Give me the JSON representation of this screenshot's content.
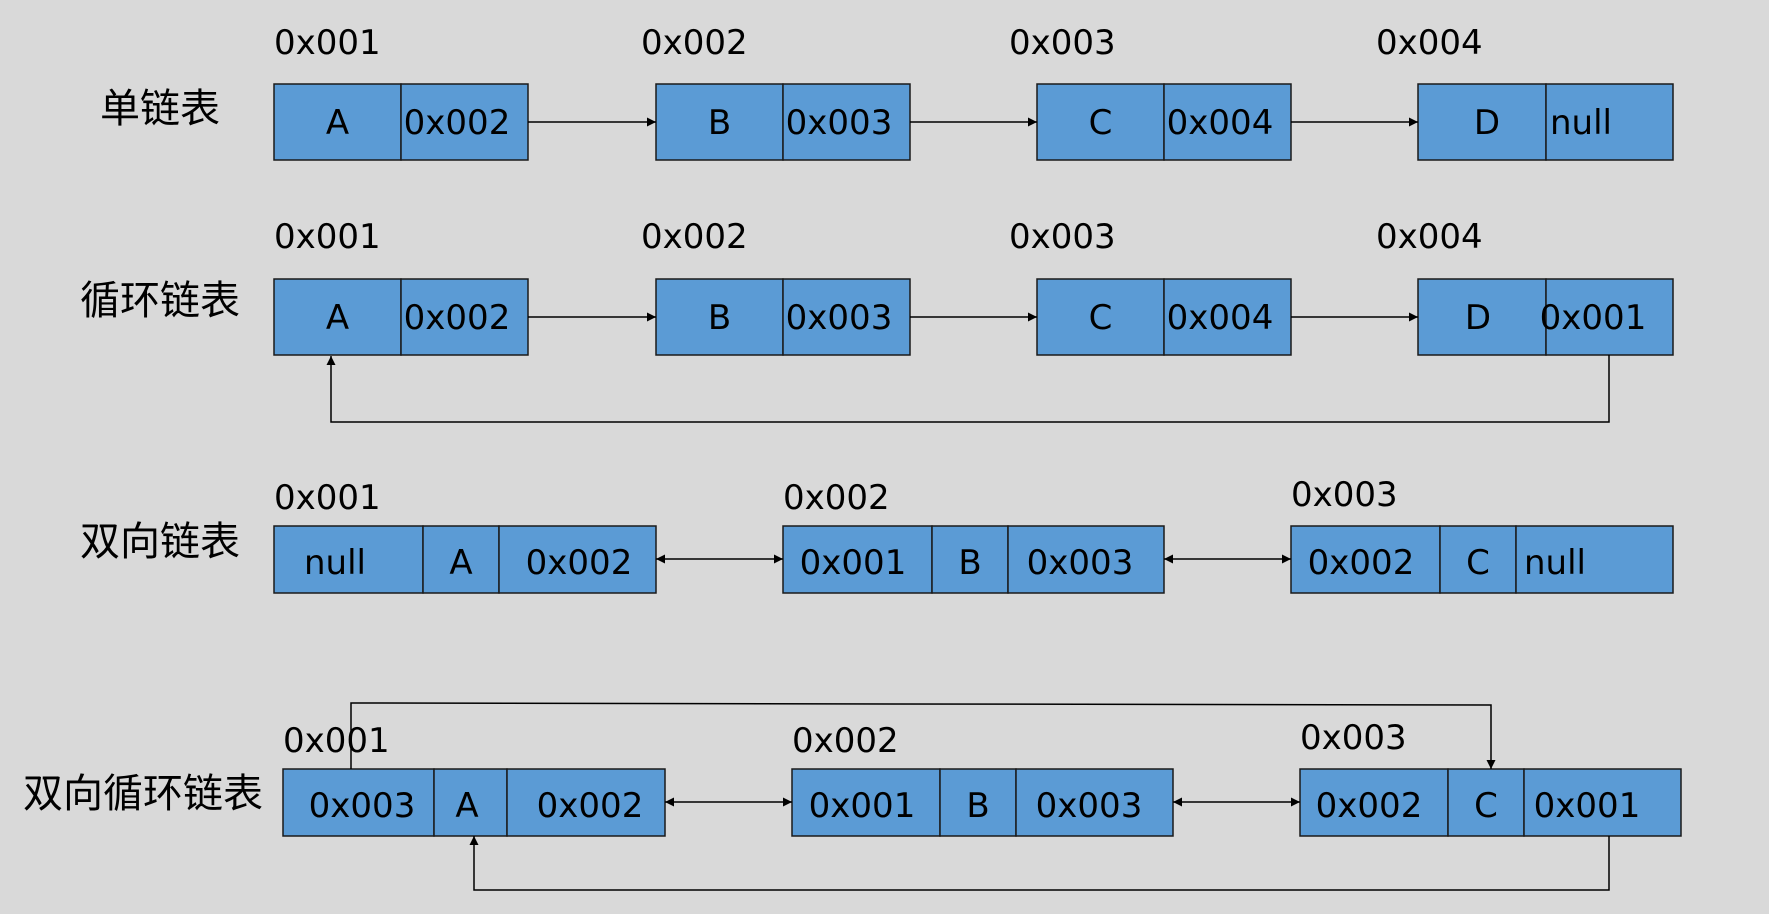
{
  "colors": {
    "background": "#d9d9d9",
    "node_fill": "#5b9bd5",
    "line": "#000000"
  },
  "rows": [
    {
      "label": "单链表",
      "nodes": [
        {
          "address": "0x001",
          "fields": [
            "A",
            "0x002"
          ]
        },
        {
          "address": "0x002",
          "fields": [
            "B",
            "0x003"
          ]
        },
        {
          "address": "0x003",
          "fields": [
            "C",
            "0x004"
          ]
        },
        {
          "address": "0x004",
          "fields": [
            "D",
            "null"
          ]
        }
      ]
    },
    {
      "label": "循环链表",
      "nodes": [
        {
          "address": "0x001",
          "fields": [
            "A",
            "0x002"
          ]
        },
        {
          "address": "0x002",
          "fields": [
            "B",
            "0x003"
          ]
        },
        {
          "address": "0x003",
          "fields": [
            "C",
            "0x004"
          ]
        },
        {
          "address": "0x004",
          "fields": [
            "D",
            "0x001"
          ]
        }
      ]
    },
    {
      "label": "双向链表",
      "nodes": [
        {
          "address": "0x001",
          "fields": [
            "null",
            "A",
            "0x002"
          ]
        },
        {
          "address": "0x002",
          "fields": [
            "0x001",
            "B",
            "0x003"
          ]
        },
        {
          "address": "0x003",
          "fields": [
            "0x002",
            "C",
            "null"
          ]
        }
      ]
    },
    {
      "label": "双向循环链表",
      "nodes": [
        {
          "address": "0x001",
          "fields": [
            "0x003",
            "A",
            "0x002"
          ]
        },
        {
          "address": "0x002",
          "fields": [
            "0x001",
            "B",
            "0x003"
          ]
        },
        {
          "address": "0x003",
          "fields": [
            "0x002",
            "C",
            "0x001"
          ]
        }
      ]
    }
  ]
}
